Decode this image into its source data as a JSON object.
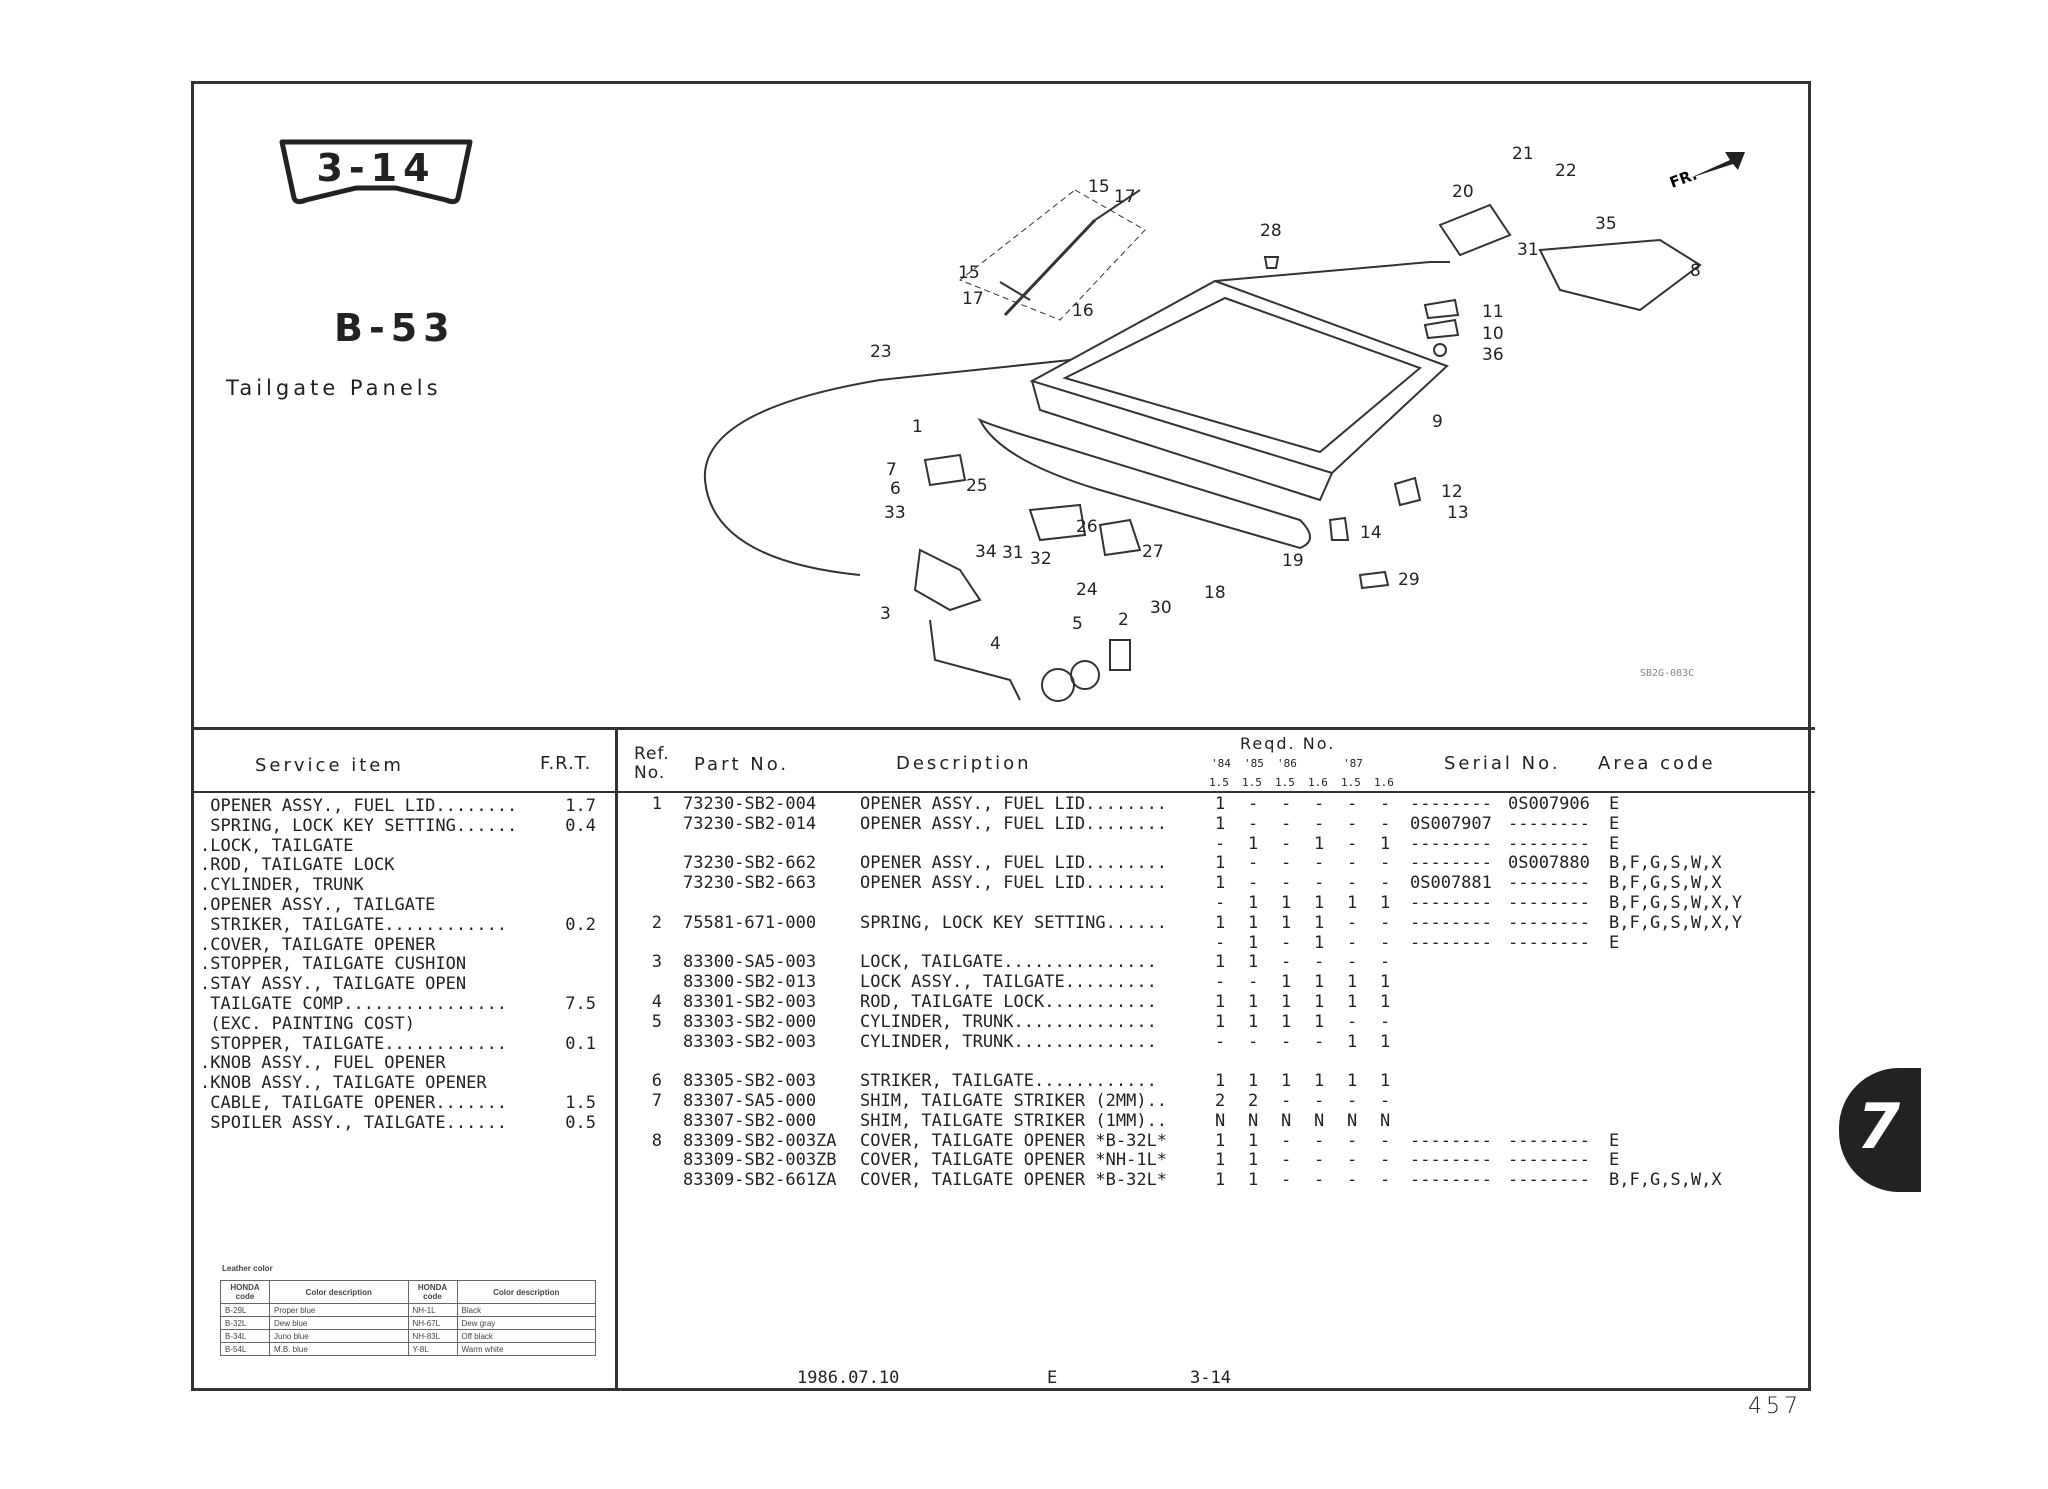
{
  "badge": "3-14",
  "figure_code": "B-53",
  "title": "Tailgate Panels",
  "diagram": {
    "front_label": "FR.",
    "drawing_code": "SB2G-083C",
    "callouts": [
      "15",
      "17",
      "15",
      "17",
      "16",
      "28",
      "21",
      "22",
      "20",
      "35",
      "31",
      "8",
      "11",
      "10",
      "36",
      "23",
      "1",
      "9",
      "7",
      "6",
      "25",
      "33",
      "12",
      "13",
      "26",
      "14",
      "34",
      "31",
      "32",
      "27",
      "19",
      "24",
      "18",
      "29",
      "30",
      "3",
      "5",
      "2",
      "4"
    ]
  },
  "service_table": {
    "headers": {
      "item": "Service item",
      "frt": "F.R.T."
    },
    "rows": [
      {
        "item": " OPENER ASSY., FUEL LID........",
        "frt": "1.7"
      },
      {
        "item": " SPRING, LOCK KEY SETTING......",
        "frt": "0.4"
      },
      {
        "item": ".LOCK, TAILGATE",
        "frt": ""
      },
      {
        "item": ".ROD, TAILGATE LOCK",
        "frt": ""
      },
      {
        "item": ".CYLINDER, TRUNK",
        "frt": ""
      },
      {
        "item": ".OPENER ASSY., TAILGATE",
        "frt": ""
      },
      {
        "item": " STRIKER, TAILGATE............",
        "frt": "0.2"
      },
      {
        "item": ".COVER, TAILGATE OPENER",
        "frt": ""
      },
      {
        "item": ".STOPPER, TAILGATE CUSHION",
        "frt": ""
      },
      {
        "item": ".STAY ASSY., TAILGATE OPEN",
        "frt": ""
      },
      {
        "item": " TAILGATE COMP................",
        "frt": "7.5"
      },
      {
        "item": " (EXC. PAINTING COST)",
        "frt": ""
      },
      {
        "item": " STOPPER, TAILGATE............",
        "frt": "0.1"
      },
      {
        "item": ".KNOB ASSY., FUEL OPENER",
        "frt": ""
      },
      {
        "item": ".KNOB ASSY., TAILGATE OPENER",
        "frt": ""
      },
      {
        "item": " CABLE, TAILGATE OPENER.......",
        "frt": "1.5"
      },
      {
        "item": " SPOILER ASSY., TAILGATE......",
        "frt": "0.5"
      }
    ]
  },
  "leather": {
    "title": "Leather color",
    "headers": [
      "HONDA code",
      "Color description",
      "HONDA code",
      "Color description"
    ],
    "rows": [
      [
        "B-29L",
        "Proper blue",
        "NH-1L",
        "Black"
      ],
      [
        "B-32L",
        "Dew blue",
        "NH-67L",
        "Dew gray"
      ],
      [
        "B-34L",
        "Juno blue",
        "NH-83L",
        "Off black"
      ],
      [
        "B-54L",
        "M.B. blue",
        "Y-8L",
        "Warm white"
      ]
    ]
  },
  "parts_table": {
    "headers": {
      "ref": "Ref.",
      "ref2": "No.",
      "part": "Part No.",
      "desc": "Description",
      "reqd": "Reqd. No.",
      "years": [
        "'84",
        "'85",
        "'86",
        "",
        "'87",
        ""
      ],
      "engines": [
        "1.5",
        "1.5",
        "1.5",
        "1.6",
        "1.5",
        "1.6"
      ],
      "serial": "Serial No.",
      "area": "Area code"
    },
    "rows": [
      {
        "ref": "1",
        "part": "73230-SB2-004",
        "desc": "OPENER ASSY., FUEL LID........",
        "q": [
          "1",
          "-",
          "-",
          "-",
          "-",
          "-"
        ],
        "s1": "--------",
        "s2": "0S007906",
        "area": "E"
      },
      {
        "ref": "",
        "part": "73230-SB2-014",
        "desc": "OPENER ASSY., FUEL LID........",
        "q": [
          "1",
          "-",
          "-",
          "-",
          "-",
          "-"
        ],
        "s1": "0S007907",
        "s2": "--------",
        "area": "E"
      },
      {
        "ref": "",
        "part": "",
        "desc": "",
        "q": [
          "-",
          "1",
          "-",
          "1",
          "-",
          "1"
        ],
        "s1": "--------",
        "s2": "--------",
        "area": "E"
      },
      {
        "ref": "",
        "part": "73230-SB2-662",
        "desc": "OPENER ASSY., FUEL LID........",
        "q": [
          "1",
          "-",
          "-",
          "-",
          "-",
          "-"
        ],
        "s1": "--------",
        "s2": "0S007880",
        "area": "B,F,G,S,W,X"
      },
      {
        "ref": "",
        "part": "73230-SB2-663",
        "desc": "OPENER ASSY., FUEL LID........",
        "q": [
          "1",
          "-",
          "-",
          "-",
          "-",
          "-"
        ],
        "s1": "0S007881",
        "s2": "--------",
        "area": "B,F,G,S,W,X"
      },
      {
        "ref": "",
        "part": "",
        "desc": "",
        "q": [
          "-",
          "1",
          "1",
          "1",
          "1",
          "1"
        ],
        "s1": "--------",
        "s2": "--------",
        "area": "B,F,G,S,W,X,Y"
      },
      {
        "ref": "2",
        "part": "75581-671-000",
        "desc": "SPRING, LOCK KEY SETTING......",
        "q": [
          "1",
          "1",
          "1",
          "1",
          "-",
          "-"
        ],
        "s1": "--------",
        "s2": "--------",
        "area": "B,F,G,S,W,X,Y"
      },
      {
        "ref": "",
        "part": "",
        "desc": "",
        "q": [
          "-",
          "1",
          "-",
          "1",
          "-",
          "-"
        ],
        "s1": "--------",
        "s2": "--------",
        "area": "E"
      },
      {
        "ref": "3",
        "part": "83300-SA5-003",
        "desc": "LOCK, TAILGATE...............",
        "q": [
          "1",
          "1",
          "-",
          "-",
          "-",
          "-"
        ],
        "s1": "",
        "s2": "",
        "area": ""
      },
      {
        "ref": "",
        "part": "83300-SB2-013",
        "desc": "LOCK ASSY., TAILGATE.........",
        "q": [
          "-",
          "-",
          "1",
          "1",
          "1",
          "1"
        ],
        "s1": "",
        "s2": "",
        "area": ""
      },
      {
        "ref": "4",
        "part": "83301-SB2-003",
        "desc": "ROD, TAILGATE LOCK...........",
        "q": [
          "1",
          "1",
          "1",
          "1",
          "1",
          "1"
        ],
        "s1": "",
        "s2": "",
        "area": ""
      },
      {
        "ref": "5",
        "part": "83303-SB2-000",
        "desc": "CYLINDER, TRUNK..............",
        "q": [
          "1",
          "1",
          "1",
          "1",
          "-",
          "-"
        ],
        "s1": "",
        "s2": "",
        "area": ""
      },
      {
        "ref": "",
        "part": "83303-SB2-003",
        "desc": "CYLINDER, TRUNK..............",
        "q": [
          "-",
          "-",
          "-",
          "-",
          "1",
          "1"
        ],
        "s1": "",
        "s2": "",
        "area": ""
      },
      {
        "ref": "",
        "part": "",
        "desc": "",
        "q": [
          "",
          "",
          "",
          "",
          "",
          ""
        ],
        "s1": "",
        "s2": "",
        "area": ""
      },
      {
        "ref": "6",
        "part": "83305-SB2-003",
        "desc": "STRIKER, TAILGATE............",
        "q": [
          "1",
          "1",
          "1",
          "1",
          "1",
          "1"
        ],
        "s1": "",
        "s2": "",
        "area": ""
      },
      {
        "ref": "7",
        "part": "83307-SA5-000",
        "desc": "SHIM, TAILGATE STRIKER (2MM)..",
        "q": [
          "2",
          "2",
          "-",
          "-",
          "-",
          "-"
        ],
        "s1": "",
        "s2": "",
        "area": ""
      },
      {
        "ref": "",
        "part": "83307-SB2-000",
        "desc": "SHIM, TAILGATE STRIKER (1MM)..",
        "q": [
          "N",
          "N",
          "N",
          "N",
          "N",
          "N"
        ],
        "s1": "",
        "s2": "",
        "area": ""
      },
      {
        "ref": "8",
        "part": "83309-SB2-003ZA",
        "desc": "COVER, TAILGATE OPENER *B-32L*",
        "q": [
          "1",
          "1",
          "-",
          "-",
          "-",
          "-"
        ],
        "s1": "--------",
        "s2": "--------",
        "area": "E"
      },
      {
        "ref": "",
        "part": "83309-SB2-003ZB",
        "desc": "COVER, TAILGATE OPENER *NH-1L*",
        "q": [
          "1",
          "1",
          "-",
          "-",
          "-",
          "-"
        ],
        "s1": "--------",
        "s2": "--------",
        "area": "E"
      },
      {
        "ref": "",
        "part": "83309-SB2-661ZA",
        "desc": "COVER, TAILGATE OPENER *B-32L*",
        "q": [
          "1",
          "1",
          "-",
          "-",
          "-",
          "-"
        ],
        "s1": "--------",
        "s2": "--------",
        "area": "B,F,G,S,W,X"
      }
    ]
  },
  "footer": {
    "date": "1986.07.10",
    "edition": "E",
    "page_ref": "3-14"
  },
  "section_tab": "7",
  "page_number": "457"
}
